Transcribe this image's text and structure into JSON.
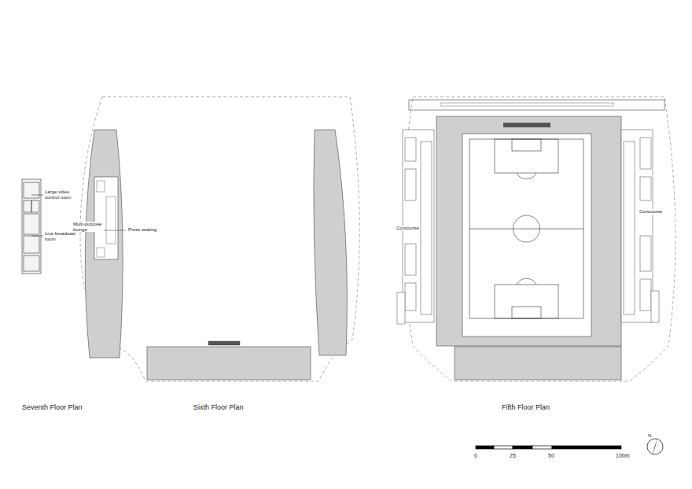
{
  "diagram": {
    "labels": [
      "Seventh Floor Plan",
      "Sixth Floor Plan",
      "Fifth Floor Plan",
      "Large video control room",
      "Live broadcast room",
      "Multi-purpose lounge",
      "Press seating",
      "Concourse",
      "Concourse",
      "0",
      "25",
      "50",
      "100m",
      "N"
    ]
  }
}
